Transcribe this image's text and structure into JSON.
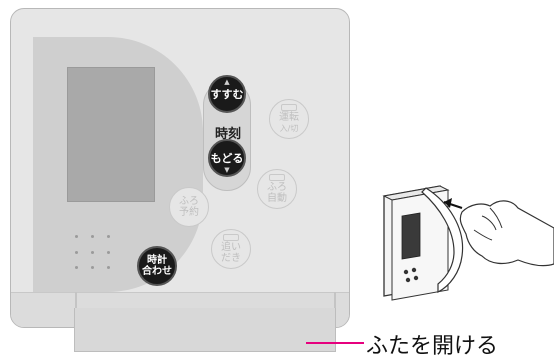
{
  "panel": {
    "buttons": {
      "forward": "すすむ",
      "time_label": "時刻",
      "back": "もどる",
      "run": {
        "top": "運転",
        "bottom": "入/切"
      },
      "auto_bath": {
        "top": "ふろ",
        "bottom": "自動"
      },
      "bath_timer": {
        "top": "ふろ",
        "bottom": "予約"
      },
      "reheat": {
        "top": "追い",
        "bottom": "だき"
      },
      "clock_set": {
        "top": "時計",
        "bottom": "合わせ"
      }
    }
  },
  "callout": {
    "text": "ふたを開ける",
    "color": "#e6007e"
  }
}
